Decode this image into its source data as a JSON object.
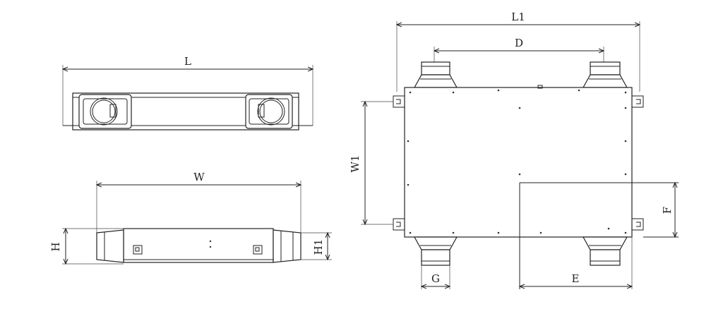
{
  "dimensions": {
    "L": "L",
    "W": "W",
    "H": "H",
    "H1": "H1",
    "L1": "L1",
    "D": "D",
    "W1": "W1",
    "F": "F",
    "G": "G",
    "E": "E"
  }
}
